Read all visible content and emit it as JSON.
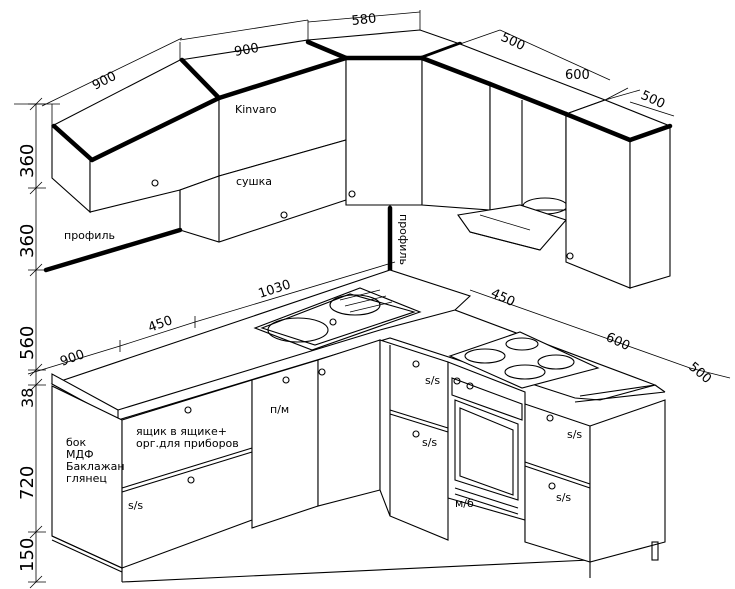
{
  "dimensions": {
    "upper_left_width": "900",
    "upper_mid_width": "900",
    "upper_corner_width": "580",
    "upper_right_depth_a": "500",
    "upper_right_width": "600",
    "upper_right_depth_b": "500",
    "height_upper_a": "360",
    "height_upper_b": "360",
    "height_gap": "560",
    "height_top": "38",
    "height_base": "720",
    "height_plinth": "150",
    "counter_left_width": "900",
    "counter_drawer_width": "450",
    "counter_sink_width": "1030",
    "counter_right_a": "450",
    "counter_right_b": "600",
    "counter_right_depth": "500"
  },
  "labels": {
    "kinvaro": "Kinvaro",
    "sushka": "сушка",
    "profile_left": "профиль",
    "profile_vertical": "профиль",
    "side_panel": "бок\nМДФ\nБаклажан\nглянец",
    "drawer_org": "ящик в ящике+\nорг.для приборов",
    "ss_left": "s/s",
    "pm": "п/м",
    "ss_corner_top": "s/s",
    "ss_corner_bottom": "s/s",
    "mb": "м/б",
    "ss_right_top": "s/s",
    "ss_right_bottom": "s/s"
  }
}
